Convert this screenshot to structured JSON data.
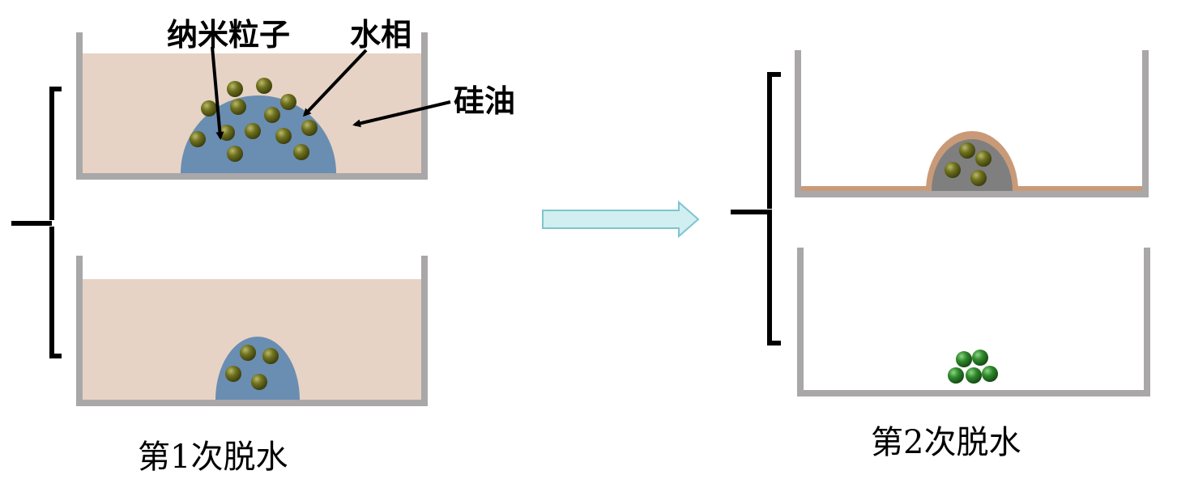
{
  "labels": {
    "nanoparticles": "纳米粒子",
    "water_phase": "水相",
    "silicone_oil": "硅油"
  },
  "captions": {
    "first_dehydration": "第1次脱水",
    "second_dehydration": "第2次脱水"
  },
  "colors": {
    "oil": "#e6d3c5",
    "water": "#6a8db2",
    "container": "#a9a7a8",
    "particle": "#6b6e1c",
    "particle_green": "#2e7a2a",
    "arrow_fill": "#d1eef0",
    "arrow_stroke": "#7fc4cf",
    "shell": "#c99a78",
    "shell_inner": "#7f7f7f"
  }
}
